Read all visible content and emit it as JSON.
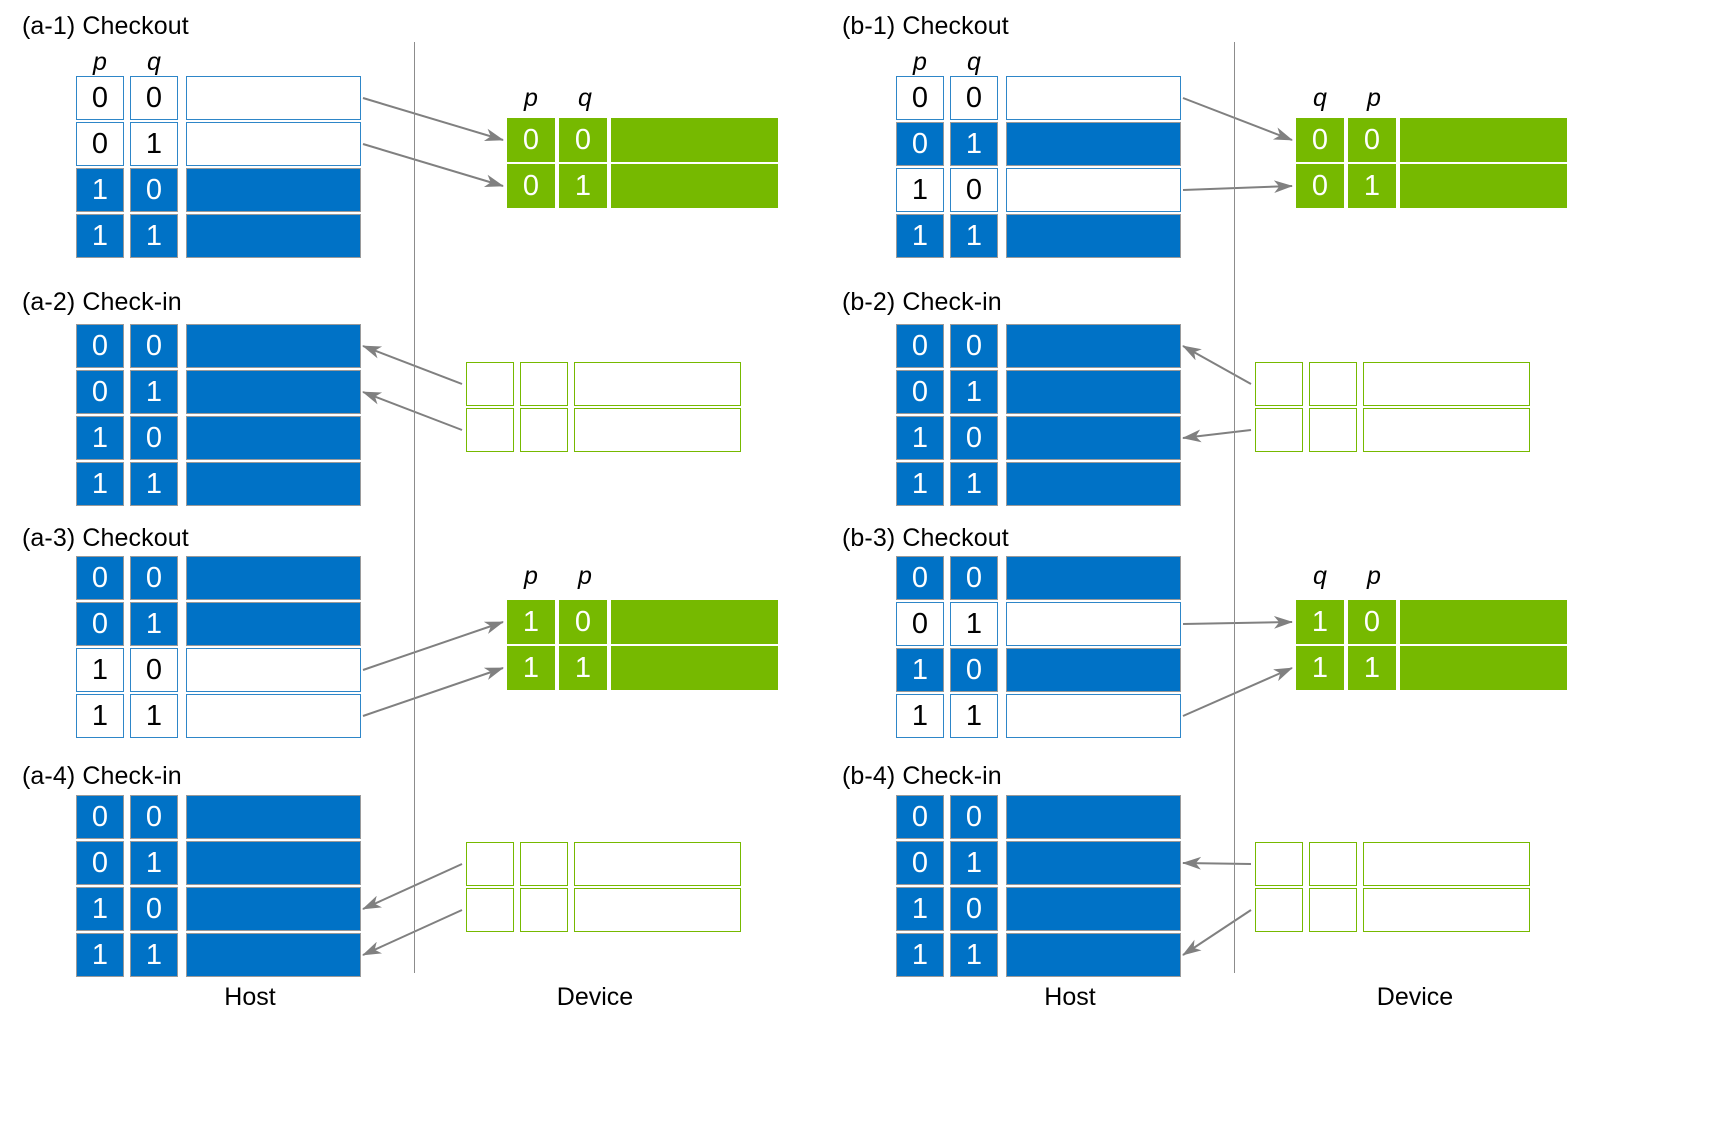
{
  "figure": {
    "side_labels": {
      "host": "Host",
      "device": "Device"
    },
    "column_header_p": "p",
    "column_header_q": "q"
  },
  "panels": [
    {
      "id": "a-1",
      "title": "(a-1) Checkout",
      "column": "left",
      "host": {
        "headers": [
          "p",
          "q"
        ],
        "show_headers": true,
        "rows": [
          {
            "p": "0",
            "q": "0",
            "state": "empty"
          },
          {
            "p": "0",
            "q": "1",
            "state": "empty"
          },
          {
            "p": "1",
            "q": "0",
            "state": "filled"
          },
          {
            "p": "1",
            "q": "1",
            "state": "filled"
          }
        ]
      },
      "device": {
        "headers": [
          "p",
          "q"
        ],
        "show_headers": true,
        "rows": [
          {
            "c1": "0",
            "c2": "0",
            "state": "filled"
          },
          {
            "c1": "0",
            "c2": "1",
            "state": "filled"
          }
        ]
      },
      "arrows": [
        {
          "direction": "host-to-device",
          "from_row": 1,
          "to_row": 1
        },
        {
          "direction": "host-to-device",
          "from_row": 2,
          "to_row": 2
        }
      ]
    },
    {
      "id": "a-2",
      "title": "(a-2) Check-in",
      "column": "left",
      "host": {
        "headers": [
          "p",
          "q"
        ],
        "show_headers": false,
        "rows": [
          {
            "p": "0",
            "q": "0",
            "state": "filled"
          },
          {
            "p": "0",
            "q": "1",
            "state": "filled"
          },
          {
            "p": "1",
            "q": "0",
            "state": "filled"
          },
          {
            "p": "1",
            "q": "1",
            "state": "filled"
          }
        ]
      },
      "device": {
        "headers": [
          "",
          ""
        ],
        "show_headers": false,
        "rows": [
          {
            "c1": "",
            "c2": "",
            "state": "empty"
          },
          {
            "c1": "",
            "c2": "",
            "state": "empty"
          }
        ]
      },
      "arrows": [
        {
          "direction": "device-to-host",
          "from_row": 1,
          "to_row": 1
        },
        {
          "direction": "device-to-host",
          "from_row": 2,
          "to_row": 2
        }
      ]
    },
    {
      "id": "a-3",
      "title": "(a-3) Checkout",
      "column": "left",
      "host": {
        "headers": [
          "p",
          "q"
        ],
        "show_headers": false,
        "rows": [
          {
            "p": "0",
            "q": "0",
            "state": "filled"
          },
          {
            "p": "0",
            "q": "1",
            "state": "filled"
          },
          {
            "p": "1",
            "q": "0",
            "state": "empty"
          },
          {
            "p": "1",
            "q": "1",
            "state": "empty"
          }
        ]
      },
      "device": {
        "headers": [
          "p",
          "p"
        ],
        "show_headers": true,
        "rows": [
          {
            "c1": "1",
            "c2": "0",
            "state": "filled"
          },
          {
            "c1": "1",
            "c2": "1",
            "state": "filled"
          }
        ]
      },
      "arrows": [
        {
          "direction": "host-to-device",
          "from_row": 3,
          "to_row": 1
        },
        {
          "direction": "host-to-device",
          "from_row": 4,
          "to_row": 2
        }
      ]
    },
    {
      "id": "a-4",
      "title": "(a-4) Check-in",
      "column": "left",
      "host": {
        "headers": [
          "p",
          "q"
        ],
        "show_headers": false,
        "rows": [
          {
            "p": "0",
            "q": "0",
            "state": "filled"
          },
          {
            "p": "0",
            "q": "1",
            "state": "filled"
          },
          {
            "p": "1",
            "q": "0",
            "state": "filled"
          },
          {
            "p": "1",
            "q": "1",
            "state": "filled"
          }
        ]
      },
      "device": {
        "headers": [
          "",
          ""
        ],
        "show_headers": false,
        "rows": [
          {
            "c1": "",
            "c2": "",
            "state": "empty"
          },
          {
            "c1": "",
            "c2": "",
            "state": "empty"
          }
        ]
      },
      "arrows": [
        {
          "direction": "device-to-host",
          "from_row": 1,
          "to_row": 3
        },
        {
          "direction": "device-to-host",
          "from_row": 2,
          "to_row": 4
        }
      ]
    },
    {
      "id": "b-1",
      "title": "(b-1) Checkout",
      "column": "right",
      "host": {
        "headers": [
          "p",
          "q"
        ],
        "show_headers": true,
        "rows": [
          {
            "p": "0",
            "q": "0",
            "state": "empty"
          },
          {
            "p": "0",
            "q": "1",
            "state": "filled"
          },
          {
            "p": "1",
            "q": "0",
            "state": "empty"
          },
          {
            "p": "1",
            "q": "1",
            "state": "filled"
          }
        ]
      },
      "device": {
        "headers": [
          "q",
          "p"
        ],
        "show_headers": true,
        "rows": [
          {
            "c1": "0",
            "c2": "0",
            "state": "filled"
          },
          {
            "c1": "0",
            "c2": "1",
            "state": "filled"
          }
        ]
      },
      "arrows": [
        {
          "direction": "host-to-device",
          "from_row": 1,
          "to_row": 1
        },
        {
          "direction": "host-to-device",
          "from_row": 3,
          "to_row": 2
        }
      ]
    },
    {
      "id": "b-2",
      "title": "(b-2) Check-in",
      "column": "right",
      "host": {
        "headers": [
          "p",
          "q"
        ],
        "show_headers": false,
        "rows": [
          {
            "p": "0",
            "q": "0",
            "state": "filled"
          },
          {
            "p": "0",
            "q": "1",
            "state": "filled"
          },
          {
            "p": "1",
            "q": "0",
            "state": "filled"
          },
          {
            "p": "1",
            "q": "1",
            "state": "filled"
          }
        ]
      },
      "device": {
        "headers": [
          "",
          ""
        ],
        "show_headers": false,
        "rows": [
          {
            "c1": "",
            "c2": "",
            "state": "empty"
          },
          {
            "c1": "",
            "c2": "",
            "state": "empty"
          }
        ]
      },
      "arrows": [
        {
          "direction": "device-to-host",
          "from_row": 1,
          "to_row": 1
        },
        {
          "direction": "device-to-host",
          "from_row": 2,
          "to_row": 3
        }
      ]
    },
    {
      "id": "b-3",
      "title": "(b-3) Checkout",
      "column": "right",
      "host": {
        "headers": [
          "p",
          "q"
        ],
        "show_headers": false,
        "rows": [
          {
            "p": "0",
            "q": "0",
            "state": "filled"
          },
          {
            "p": "0",
            "q": "1",
            "state": "empty"
          },
          {
            "p": "1",
            "q": "0",
            "state": "filled"
          },
          {
            "p": "1",
            "q": "1",
            "state": "empty"
          }
        ]
      },
      "device": {
        "headers": [
          "q",
          "p"
        ],
        "show_headers": true,
        "rows": [
          {
            "c1": "1",
            "c2": "0",
            "state": "filled"
          },
          {
            "c1": "1",
            "c2": "1",
            "state": "filled"
          }
        ]
      },
      "arrows": [
        {
          "direction": "host-to-device",
          "from_row": 2,
          "to_row": 1
        },
        {
          "direction": "host-to-device",
          "from_row": 4,
          "to_row": 2
        }
      ]
    },
    {
      "id": "b-4",
      "title": "(b-4) Check-in",
      "column": "right",
      "host": {
        "headers": [
          "p",
          "q"
        ],
        "show_headers": false,
        "rows": [
          {
            "p": "0",
            "q": "0",
            "state": "filled"
          },
          {
            "p": "0",
            "q": "1",
            "state": "filled"
          },
          {
            "p": "1",
            "q": "0",
            "state": "filled"
          },
          {
            "p": "1",
            "q": "1",
            "state": "filled"
          }
        ]
      },
      "device": {
        "headers": [
          "",
          ""
        ],
        "show_headers": false,
        "rows": [
          {
            "c1": "",
            "c2": "",
            "state": "empty"
          },
          {
            "c1": "",
            "c2": "",
            "state": "empty"
          }
        ]
      },
      "arrows": [
        {
          "direction": "device-to-host",
          "from_row": 1,
          "to_row": 2
        },
        {
          "direction": "device-to-host",
          "from_row": 2,
          "to_row": 4
        }
      ]
    }
  ],
  "colors": {
    "host_fill": "#0072C6",
    "device_fill": "#76B900",
    "host_border": "#2e86c8",
    "device_border": "#76B900",
    "arrow": "#808080",
    "divider": "#8c8c8c"
  }
}
